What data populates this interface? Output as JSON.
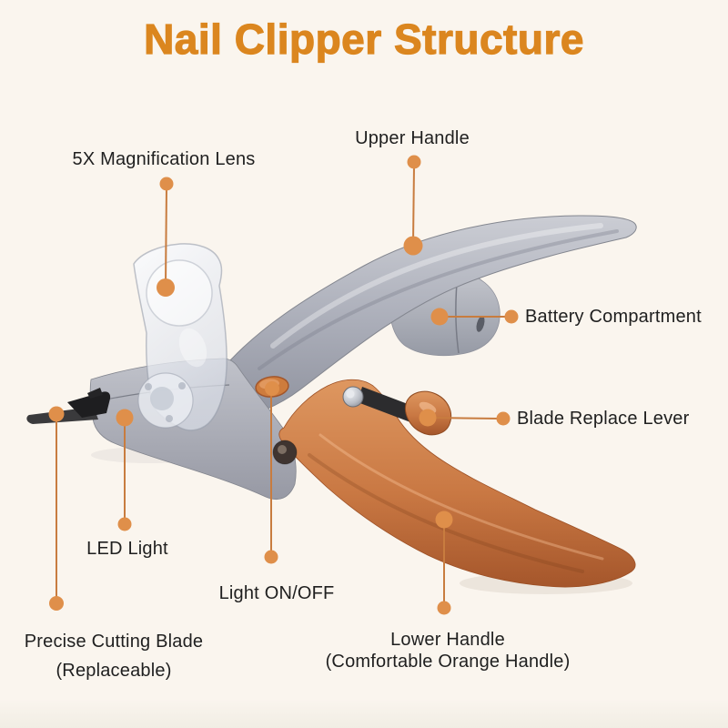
{
  "title": "Nail Clipper Structure",
  "palette": {
    "background": "#FAF5EE",
    "title": "#DB861F",
    "label_text": "#1F1F1F",
    "accent_dot": "#DF8F4A",
    "connector_line": "#C87C3F",
    "handle_gray": "#ACAFBA",
    "handle_orange": "#C97843"
  },
  "diagram": {
    "device_name": "pet nail clipper with magnification lens",
    "labels": [
      {
        "id": "magnification-lens",
        "text": "5X Magnification Lens"
      },
      {
        "id": "upper-handle",
        "text": "Upper Handle"
      },
      {
        "id": "battery-compartment",
        "text": "Battery Compartment"
      },
      {
        "id": "blade-replace-lever",
        "text": "Blade Replace Lever"
      },
      {
        "id": "led-light",
        "text": "LED Light"
      },
      {
        "id": "light-on-off",
        "text": "Light ON/OFF"
      },
      {
        "id": "precise-cutting-blade",
        "text": "Precise Cutting Blade",
        "text2": "(Replaceable)"
      },
      {
        "id": "lower-handle",
        "text": "Lower Handle",
        "text2": "(Comfortable Orange Handle)"
      }
    ]
  }
}
